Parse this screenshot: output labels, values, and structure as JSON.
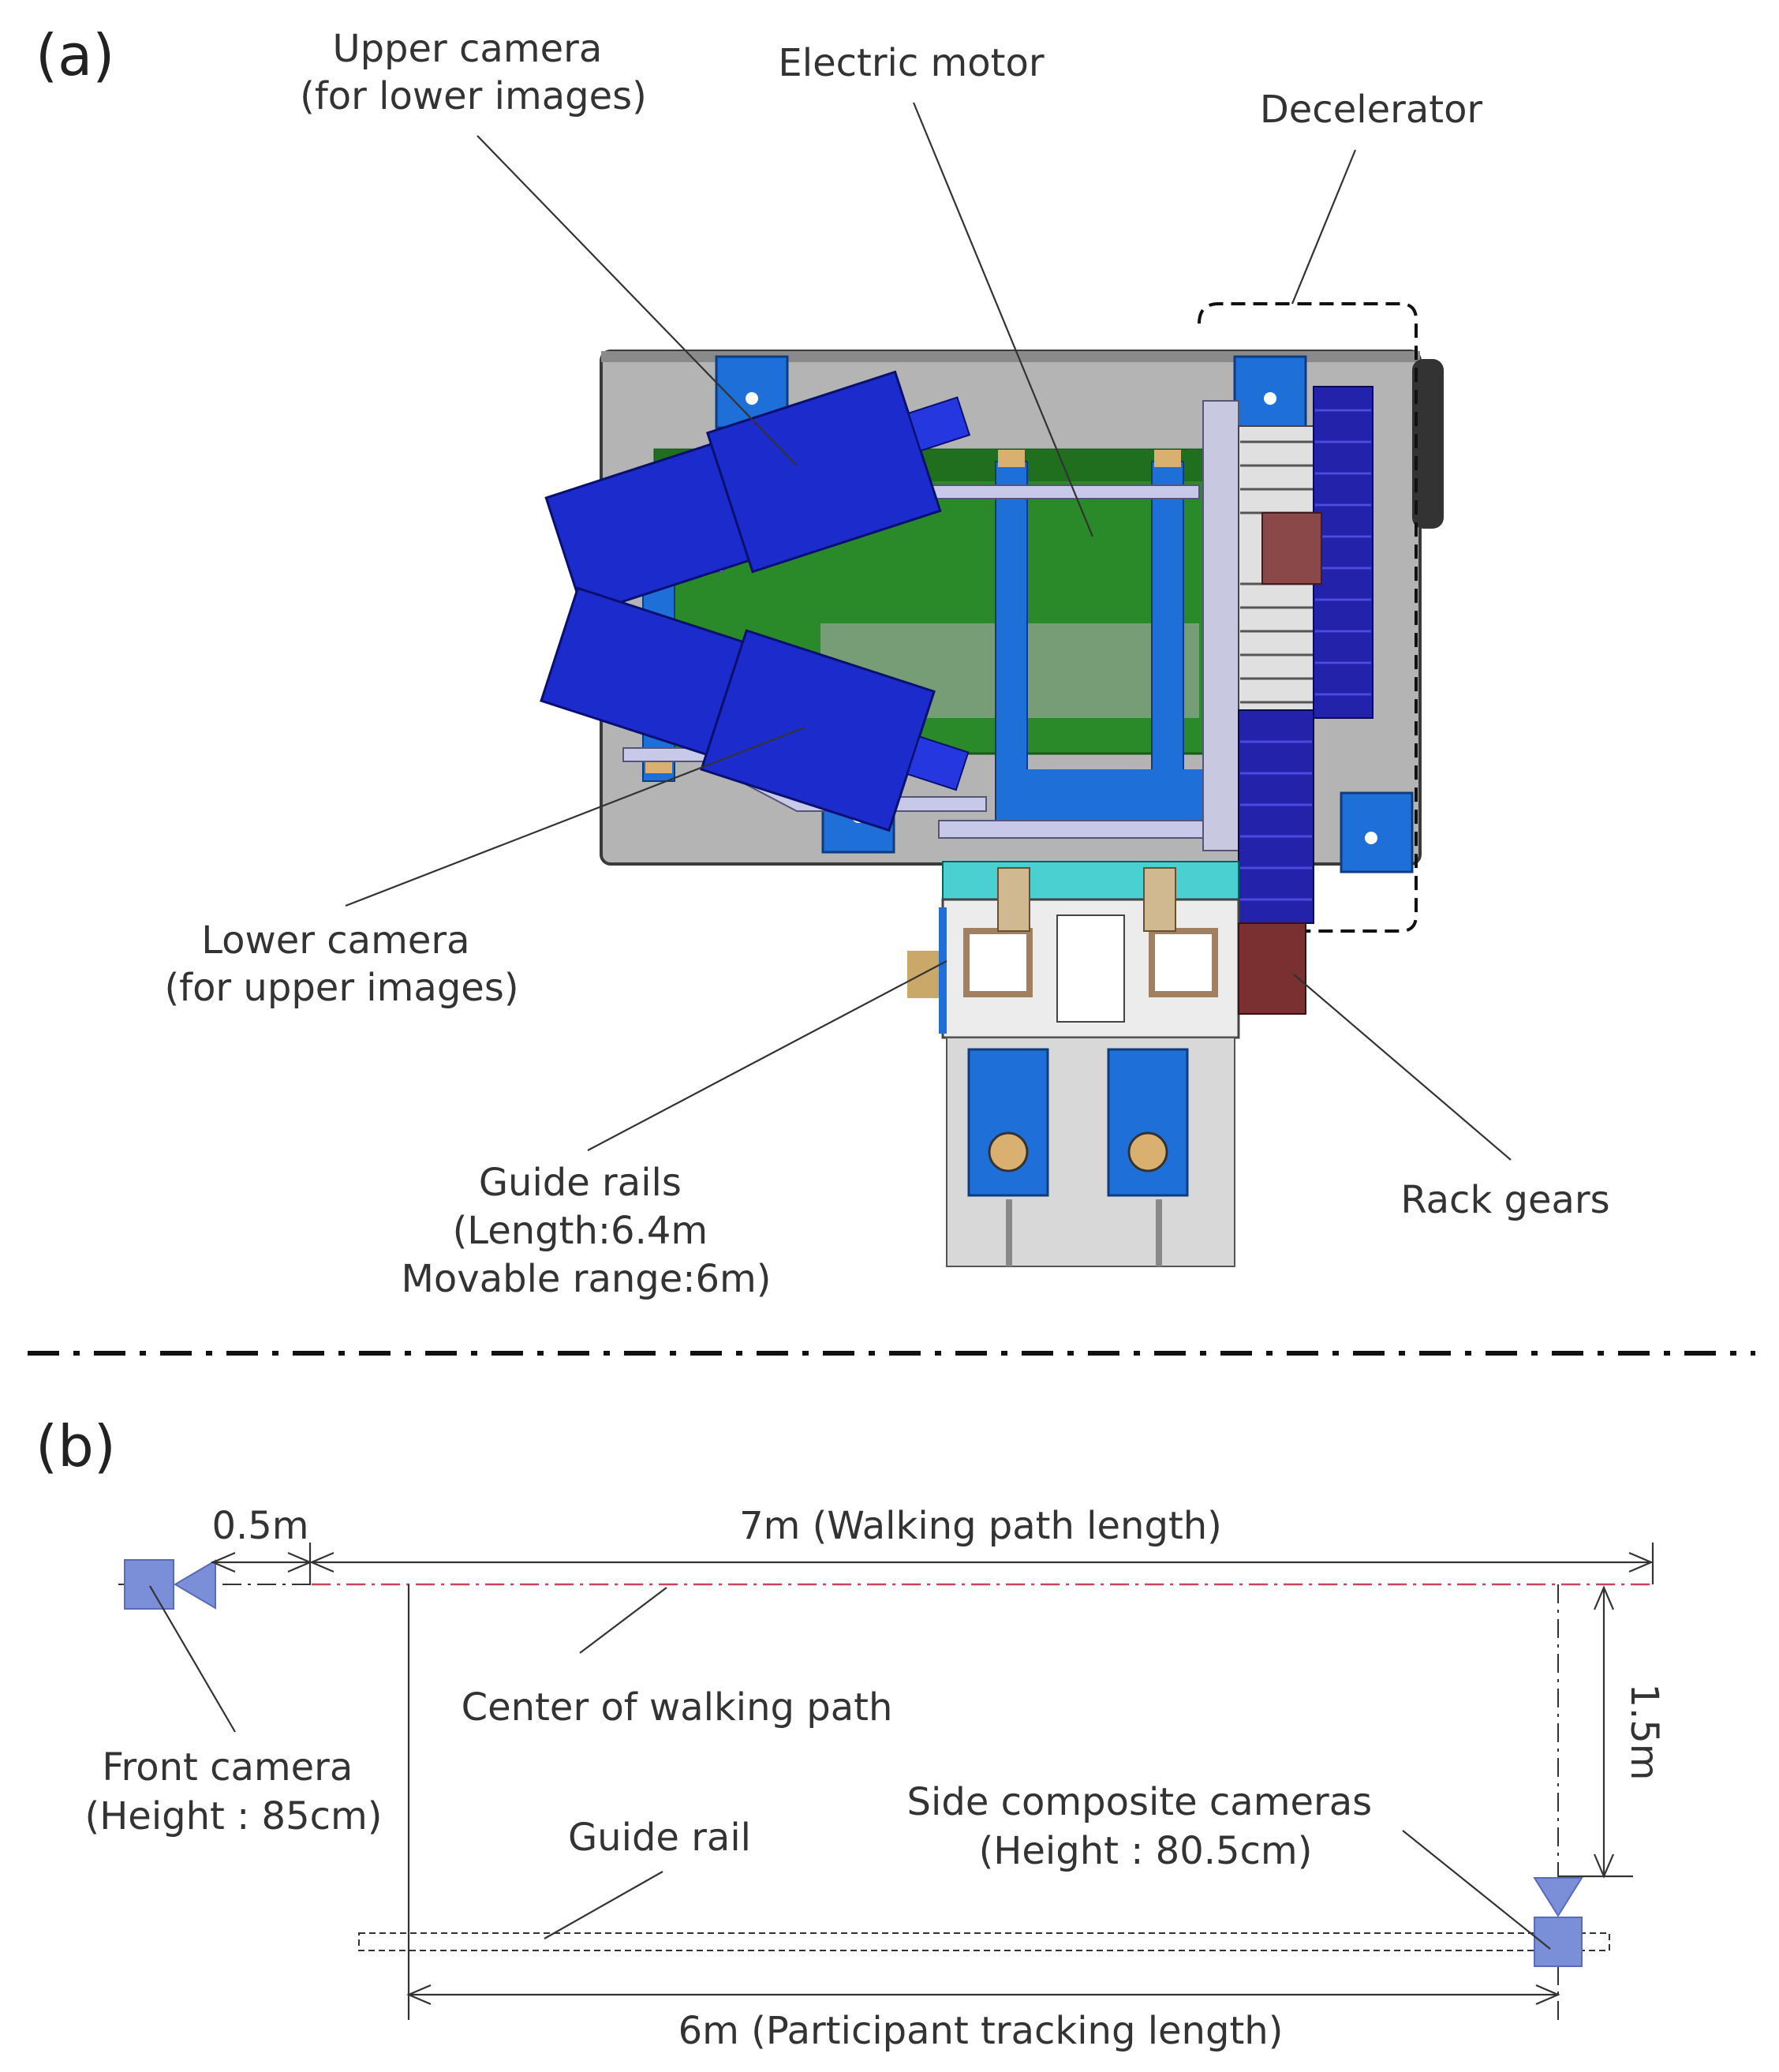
{
  "panel_a": {
    "label": "(a)",
    "upper_camera": [
      "Upper camera",
      "(for lower images)"
    ],
    "electric_motor": "Electric motor",
    "decelerator": "Decelerator",
    "lower_camera": [
      "Lower camera",
      "(for upper images)"
    ],
    "guide_rails": [
      "Guide rails",
      "(Length:6.4m",
      "Movable range:6m)"
    ],
    "rack_gears": "Rack gears"
  },
  "panel_b": {
    "label": "(b)",
    "offset_dim": "0.5m",
    "walking_path_dim": "7m (Walking path length)",
    "center_path": "Center of walking path",
    "front_camera": [
      "Front camera",
      "(Height : 85cm)"
    ],
    "guide_rail": "Guide rail",
    "side_cameras": [
      "Side composite cameras",
      "(Height : 80.5cm)"
    ],
    "lateral_dim": "1.5m",
    "tracking_dim": "6m (Participant tracking length)"
  },
  "colors": {
    "housing": "#b4b4b4",
    "camera_blue": "#1c2ccc",
    "motor_green": "#2a8a2a",
    "gear_dark": "#2222aa",
    "rack_brown": "#7a3030",
    "path_red": "#d04060",
    "marker_blue": "#7b8fd8"
  }
}
